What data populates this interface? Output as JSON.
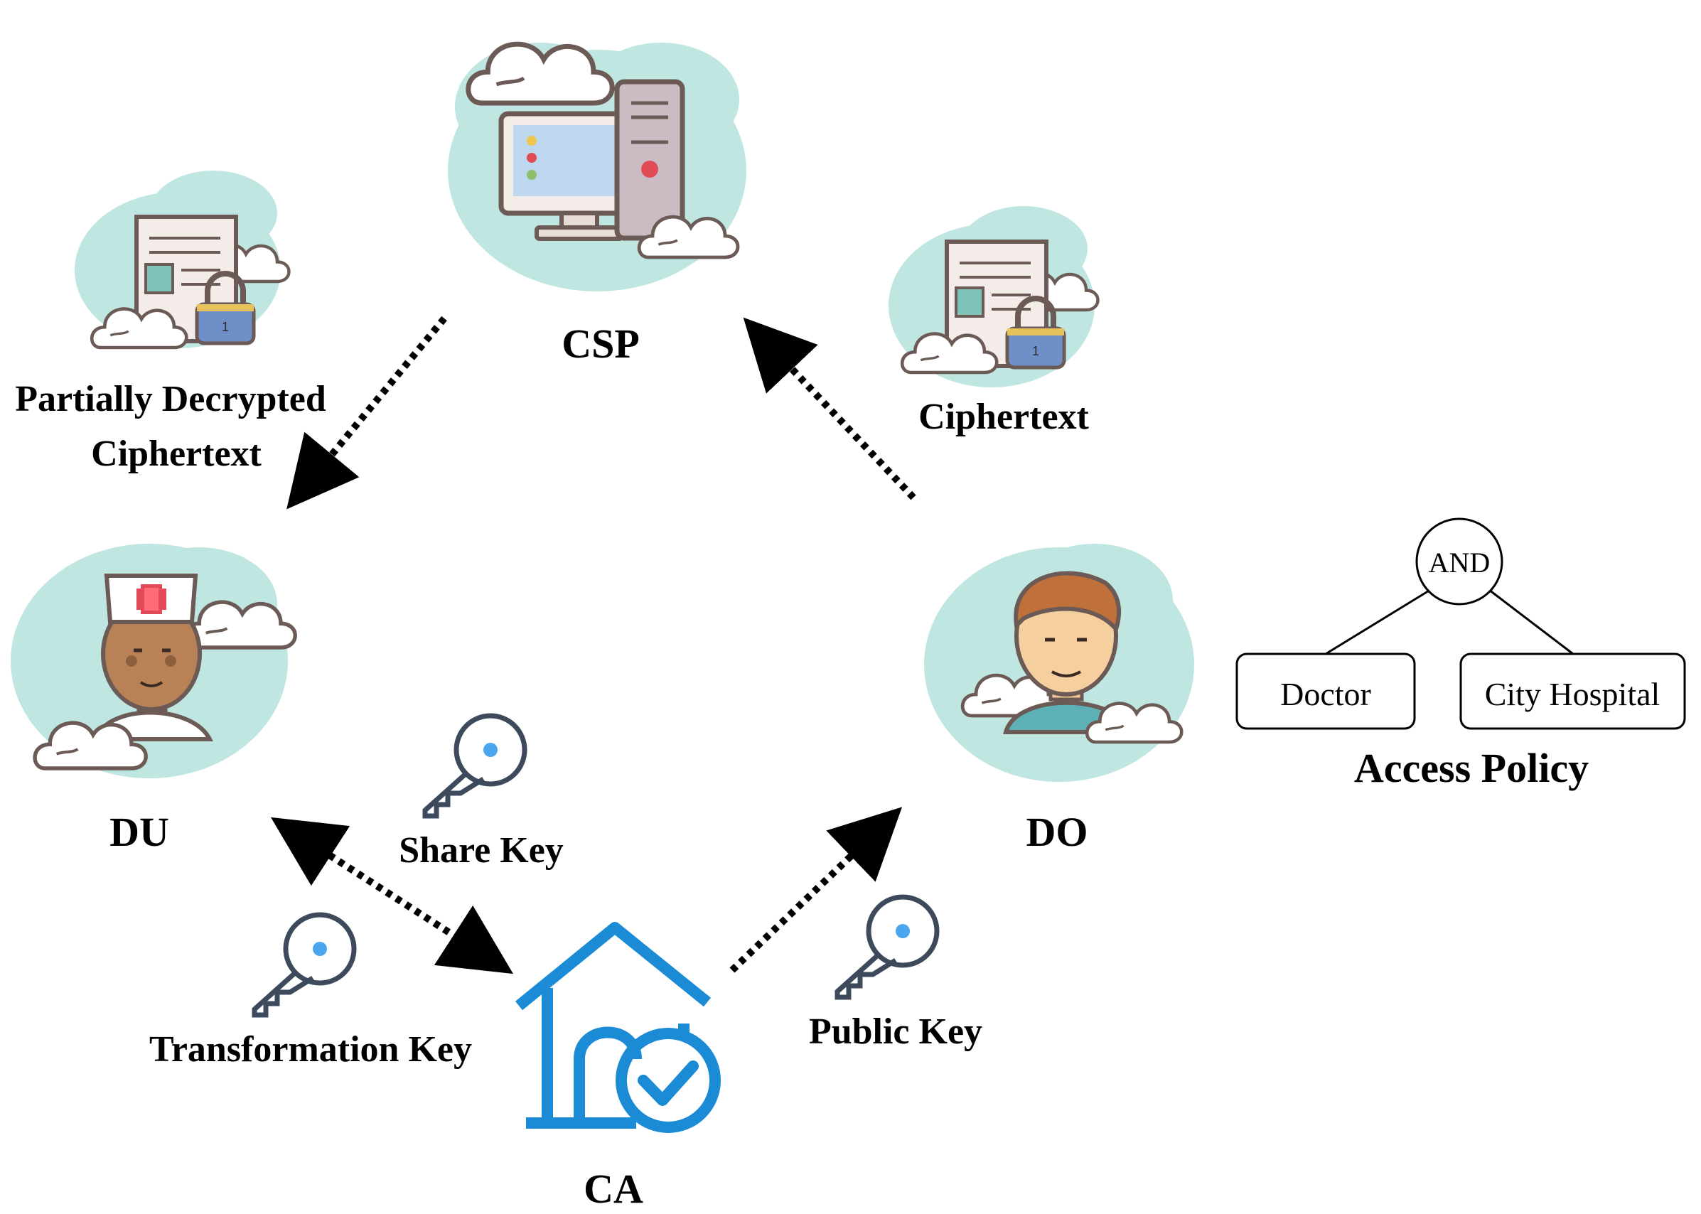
{
  "entities": {
    "csp": "CSP",
    "du": "DU",
    "do": "DO",
    "ca": "CA"
  },
  "labels": {
    "partially_decrypted_line1": "Partially Decrypted",
    "partially_decrypted_line2": "Ciphertext",
    "ciphertext": "Ciphertext",
    "share_key": "Share Key",
    "transformation_key": "Transformation Key",
    "public_key": "Public Key"
  },
  "access_policy": {
    "title": "Access Policy",
    "root": "AND",
    "children": [
      "Doctor",
      "City Hospital"
    ]
  },
  "colors": {
    "cloud": "#bfe6e0",
    "ca_blue": "#1b8bd6",
    "key_gray": "#3d4a5c",
    "key_dot": "#4ba6f0",
    "arrow": "#000000"
  },
  "icons": {
    "csp": "cloud-server-icon",
    "document": "locked-document-icon",
    "du": "doctor-avatar-icon",
    "do": "man-avatar-icon",
    "ca": "certified-house-icon",
    "key": "key-icon"
  }
}
